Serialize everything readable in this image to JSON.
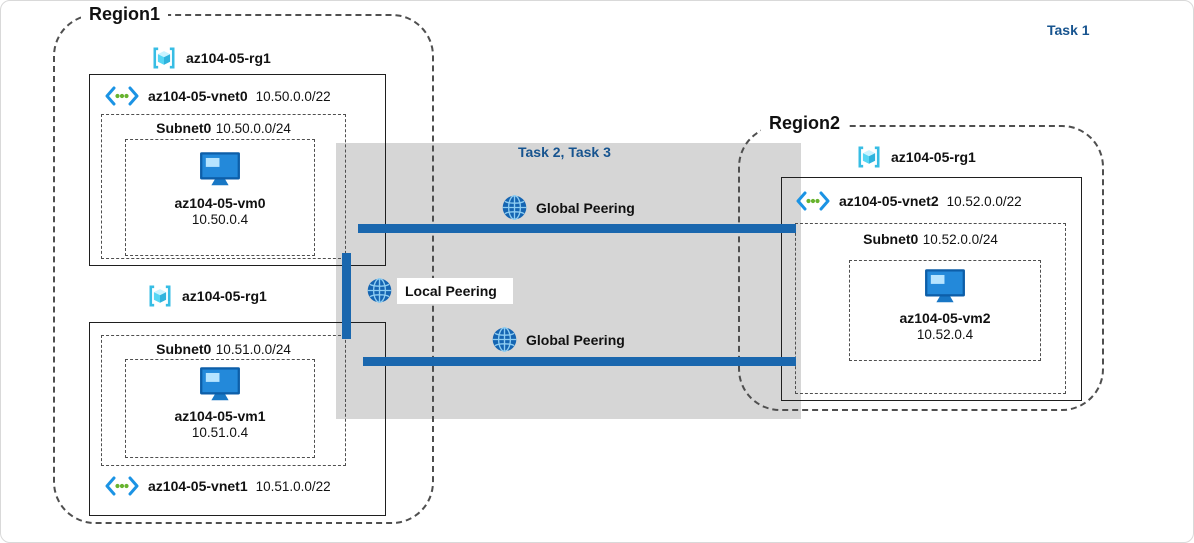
{
  "tasks": {
    "task1": "Task 1",
    "task23": "Task 2, Task 3"
  },
  "region1": {
    "label": "Region1",
    "rg_top": {
      "label": "az104-05-rg1",
      "vnet": {
        "name": "az104-05-vnet0",
        "cidr": "10.50.0.0/22"
      },
      "subnet": {
        "name": "Subnet0",
        "cidr": "10.50.0.0/24"
      },
      "vm": {
        "name": "az104-05-vm0",
        "ip": "10.50.0.4"
      }
    },
    "rg_bottom": {
      "label": "az104-05-rg1",
      "subnet": {
        "name": "Subnet0",
        "cidr": "10.51.0.0/24"
      },
      "vm": {
        "name": "az104-05-vm1",
        "ip": "10.51.0.4"
      },
      "vnet": {
        "name": "az104-05-vnet1",
        "cidr": "10.51.0.0/22"
      }
    }
  },
  "region2": {
    "label": "Region2",
    "rg": {
      "label": "az104-05-rg1",
      "vnet": {
        "name": "az104-05-vnet2",
        "cidr": "10.52.0.0/22"
      },
      "subnet": {
        "name": "Subnet0",
        "cidr": "10.52.0.0/24"
      },
      "vm": {
        "name": "az104-05-vm2",
        "ip": "10.52.0.4"
      }
    }
  },
  "peerings": {
    "global_top": {
      "label": "Global Peering"
    },
    "local": {
      "label": "Local Peering"
    },
    "global_bottom": {
      "label": "Global Peering"
    }
  },
  "colors": {
    "peering_line": "#1a67ae",
    "task_text": "#17548f",
    "highlight": "#d6d6d6"
  }
}
